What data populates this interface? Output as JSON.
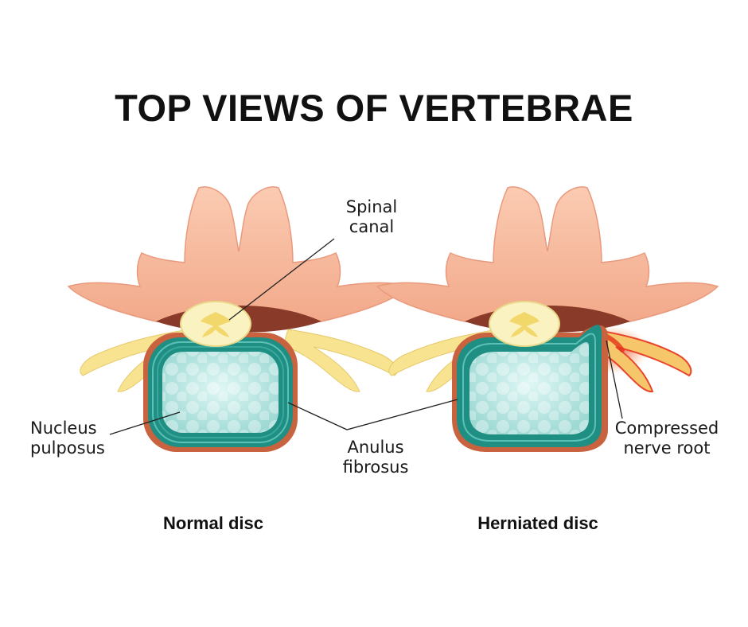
{
  "title": "TOP VIEWS OF VERTEBRAE",
  "labels": {
    "spinal_canal_1": "Spinal",
    "spinal_canal_2": "canal",
    "nucleus_1": "Nucleus",
    "nucleus_2": "pulposus",
    "anulus_1": "Anulus",
    "anulus_2": "fibrosus",
    "compressed_1": "Compressed",
    "compressed_2": "nerve root"
  },
  "captions": {
    "normal": "Normal disc",
    "herniated": "Herniated disc"
  },
  "colors": {
    "bone": "#f6b89a",
    "bone_edge": "#e99a7d",
    "disc_outer": "#1f8f84",
    "disc_inner": "#b9ebe8",
    "nerve": "#f7e08a",
    "inflamed": "#e8452a"
  }
}
